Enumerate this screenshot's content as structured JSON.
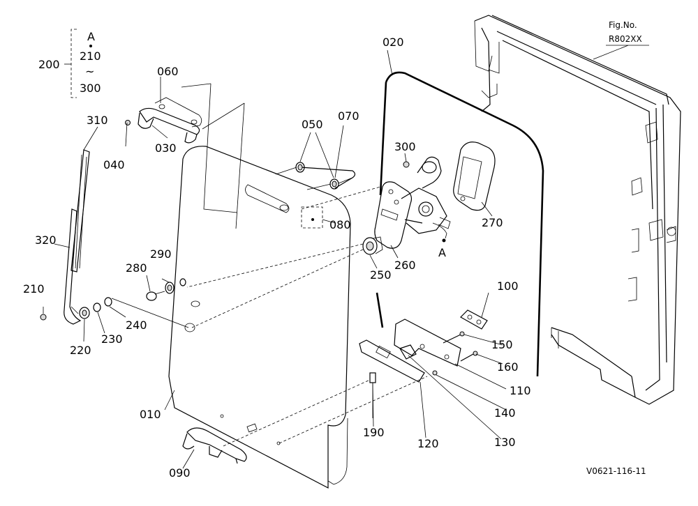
{
  "figure_number": {
    "label": "Fig.No.",
    "value": "R802XX"
  },
  "drawing_code": "V0621-116-11",
  "group_bracket": {
    "part": "200",
    "top": "A",
    "from": "210",
    "range_mark": "~",
    "to": "300"
  },
  "reference_mark": "A",
  "parts": [
    {
      "id": "p010",
      "label": "010"
    },
    {
      "id": "p020",
      "label": "020"
    },
    {
      "id": "p030",
      "label": "030"
    },
    {
      "id": "p040",
      "label": "040"
    },
    {
      "id": "p050",
      "label": "050"
    },
    {
      "id": "p060",
      "label": "060"
    },
    {
      "id": "p070",
      "label": "070"
    },
    {
      "id": "p080",
      "label": "080"
    },
    {
      "id": "p090",
      "label": "090"
    },
    {
      "id": "p100",
      "label": "100"
    },
    {
      "id": "p110",
      "label": "110"
    },
    {
      "id": "p120",
      "label": "120"
    },
    {
      "id": "p130",
      "label": "130"
    },
    {
      "id": "p140",
      "label": "140"
    },
    {
      "id": "p150",
      "label": "150"
    },
    {
      "id": "p160",
      "label": "160"
    },
    {
      "id": "p190",
      "label": "190"
    },
    {
      "id": "p210",
      "label": "210"
    },
    {
      "id": "p220",
      "label": "220"
    },
    {
      "id": "p230",
      "label": "230"
    },
    {
      "id": "p240",
      "label": "240"
    },
    {
      "id": "p250",
      "label": "250"
    },
    {
      "id": "p260",
      "label": "260"
    },
    {
      "id": "p270",
      "label": "270"
    },
    {
      "id": "p280",
      "label": "280"
    },
    {
      "id": "p290",
      "label": "290"
    },
    {
      "id": "p300",
      "label": "300"
    },
    {
      "id": "p310",
      "label": "310"
    },
    {
      "id": "p320",
      "label": "320"
    }
  ]
}
